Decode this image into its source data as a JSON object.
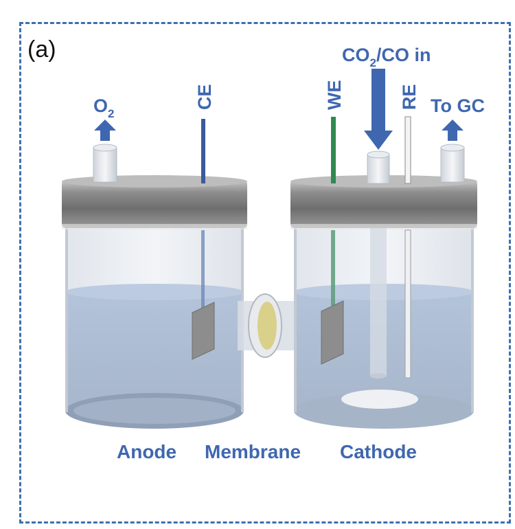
{
  "panel_label": "(a)",
  "labels": {
    "o2_main": "O",
    "o2_sub": "2",
    "ce": "CE",
    "we": "WE",
    "re": "RE",
    "co2_in_a": "CO",
    "co2_in_sub": "2",
    "co2_in_b": "/CO in",
    "to_gc": "To GC",
    "anode": "Anode",
    "membrane": "Membrane",
    "cathode": "Cathode"
  },
  "colors": {
    "label_blue": "#3f67b0",
    "frame_blue": "#3f6fae",
    "ce_wire": "#3c5a9c",
    "we_wire": "#2f8a52",
    "electrolyte": "#b3c3d9",
    "membrane_disc": "#d9d08a"
  }
}
